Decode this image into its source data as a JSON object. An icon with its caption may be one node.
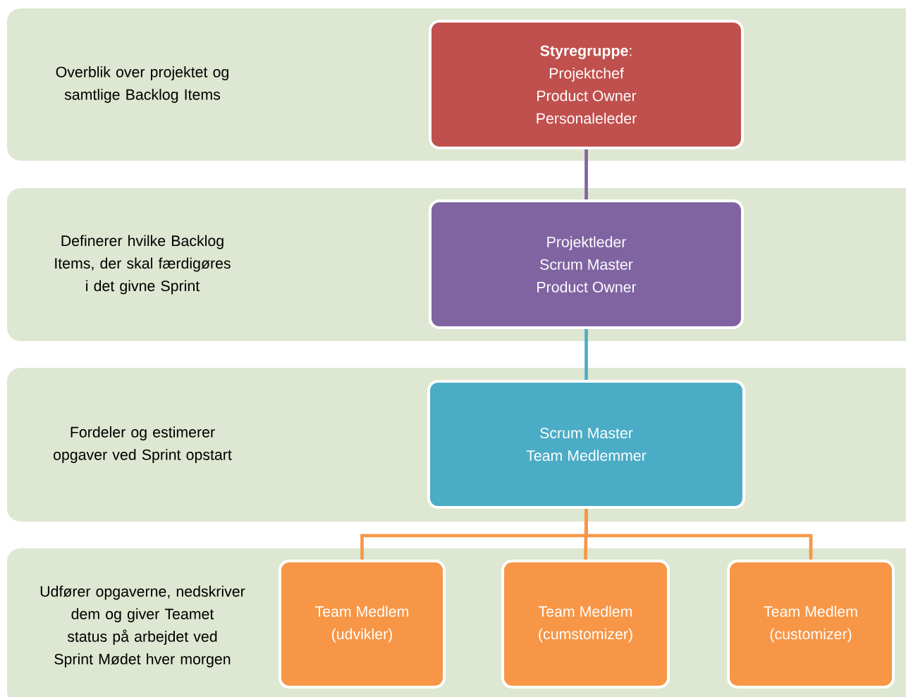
{
  "diagram": {
    "nodes": [
      {
        "text": [
          "Overblik over projektet og samtlige Backlog Items"
        ]
      },
      {
        "text": [
          "**Styregruppe**:",
          "Projektchef",
          "Product Owner",
          "Personaleleder"
        ],
        "in": 0
      },
      {
        "text": [
          "Definerer hvilke Backlog Items, der skal færdigøres i det givne Sprint"
        ]
      },
      {
        "text": [
          "Projektleder",
          "Scrum Master",
          "Product Owner"
        ],
        "in": 2
      },
      {
        "text": [
          "Fordeler og estimerer opgaver ved Sprint opstart"
        ]
      },
      {
        "text": [
          "Scrum Master",
          "Team Medlemmer"
        ],
        "in": 4
      },
      {
        "text": [
          "Udfører opgaverne, nedskriver dem og giver Teamet status på arbejdet ved Sprint Mødet hver morgen"
        ]
      },
      {
        "text": [
          "Team Medlem",
          "(udvikler)"
        ],
        "in": 6
      },
      {
        "text": [
          "Team Medlem",
          "(cumstomizer)"
        ],
        "in": 6
      },
      {
        "text": [
          "Team Medlem",
          "(customizer)"
        ],
        "in": 6
      }
    ],
    "edges": [
      {
        "from": 1,
        "to": 3,
        "arrow": "none",
        "color": "#8064a2"
      },
      {
        "from": 3,
        "to": 5,
        "arrow": "none",
        "color": "#4bacc6"
      },
      {
        "from": 5,
        "to": 7,
        "arrow": "none"
      },
      {
        "from": 5,
        "to": 8,
        "arrow": "none"
      },
      {
        "from": 5,
        "to": 9,
        "arrow": "none"
      }
    ]
  }
}
